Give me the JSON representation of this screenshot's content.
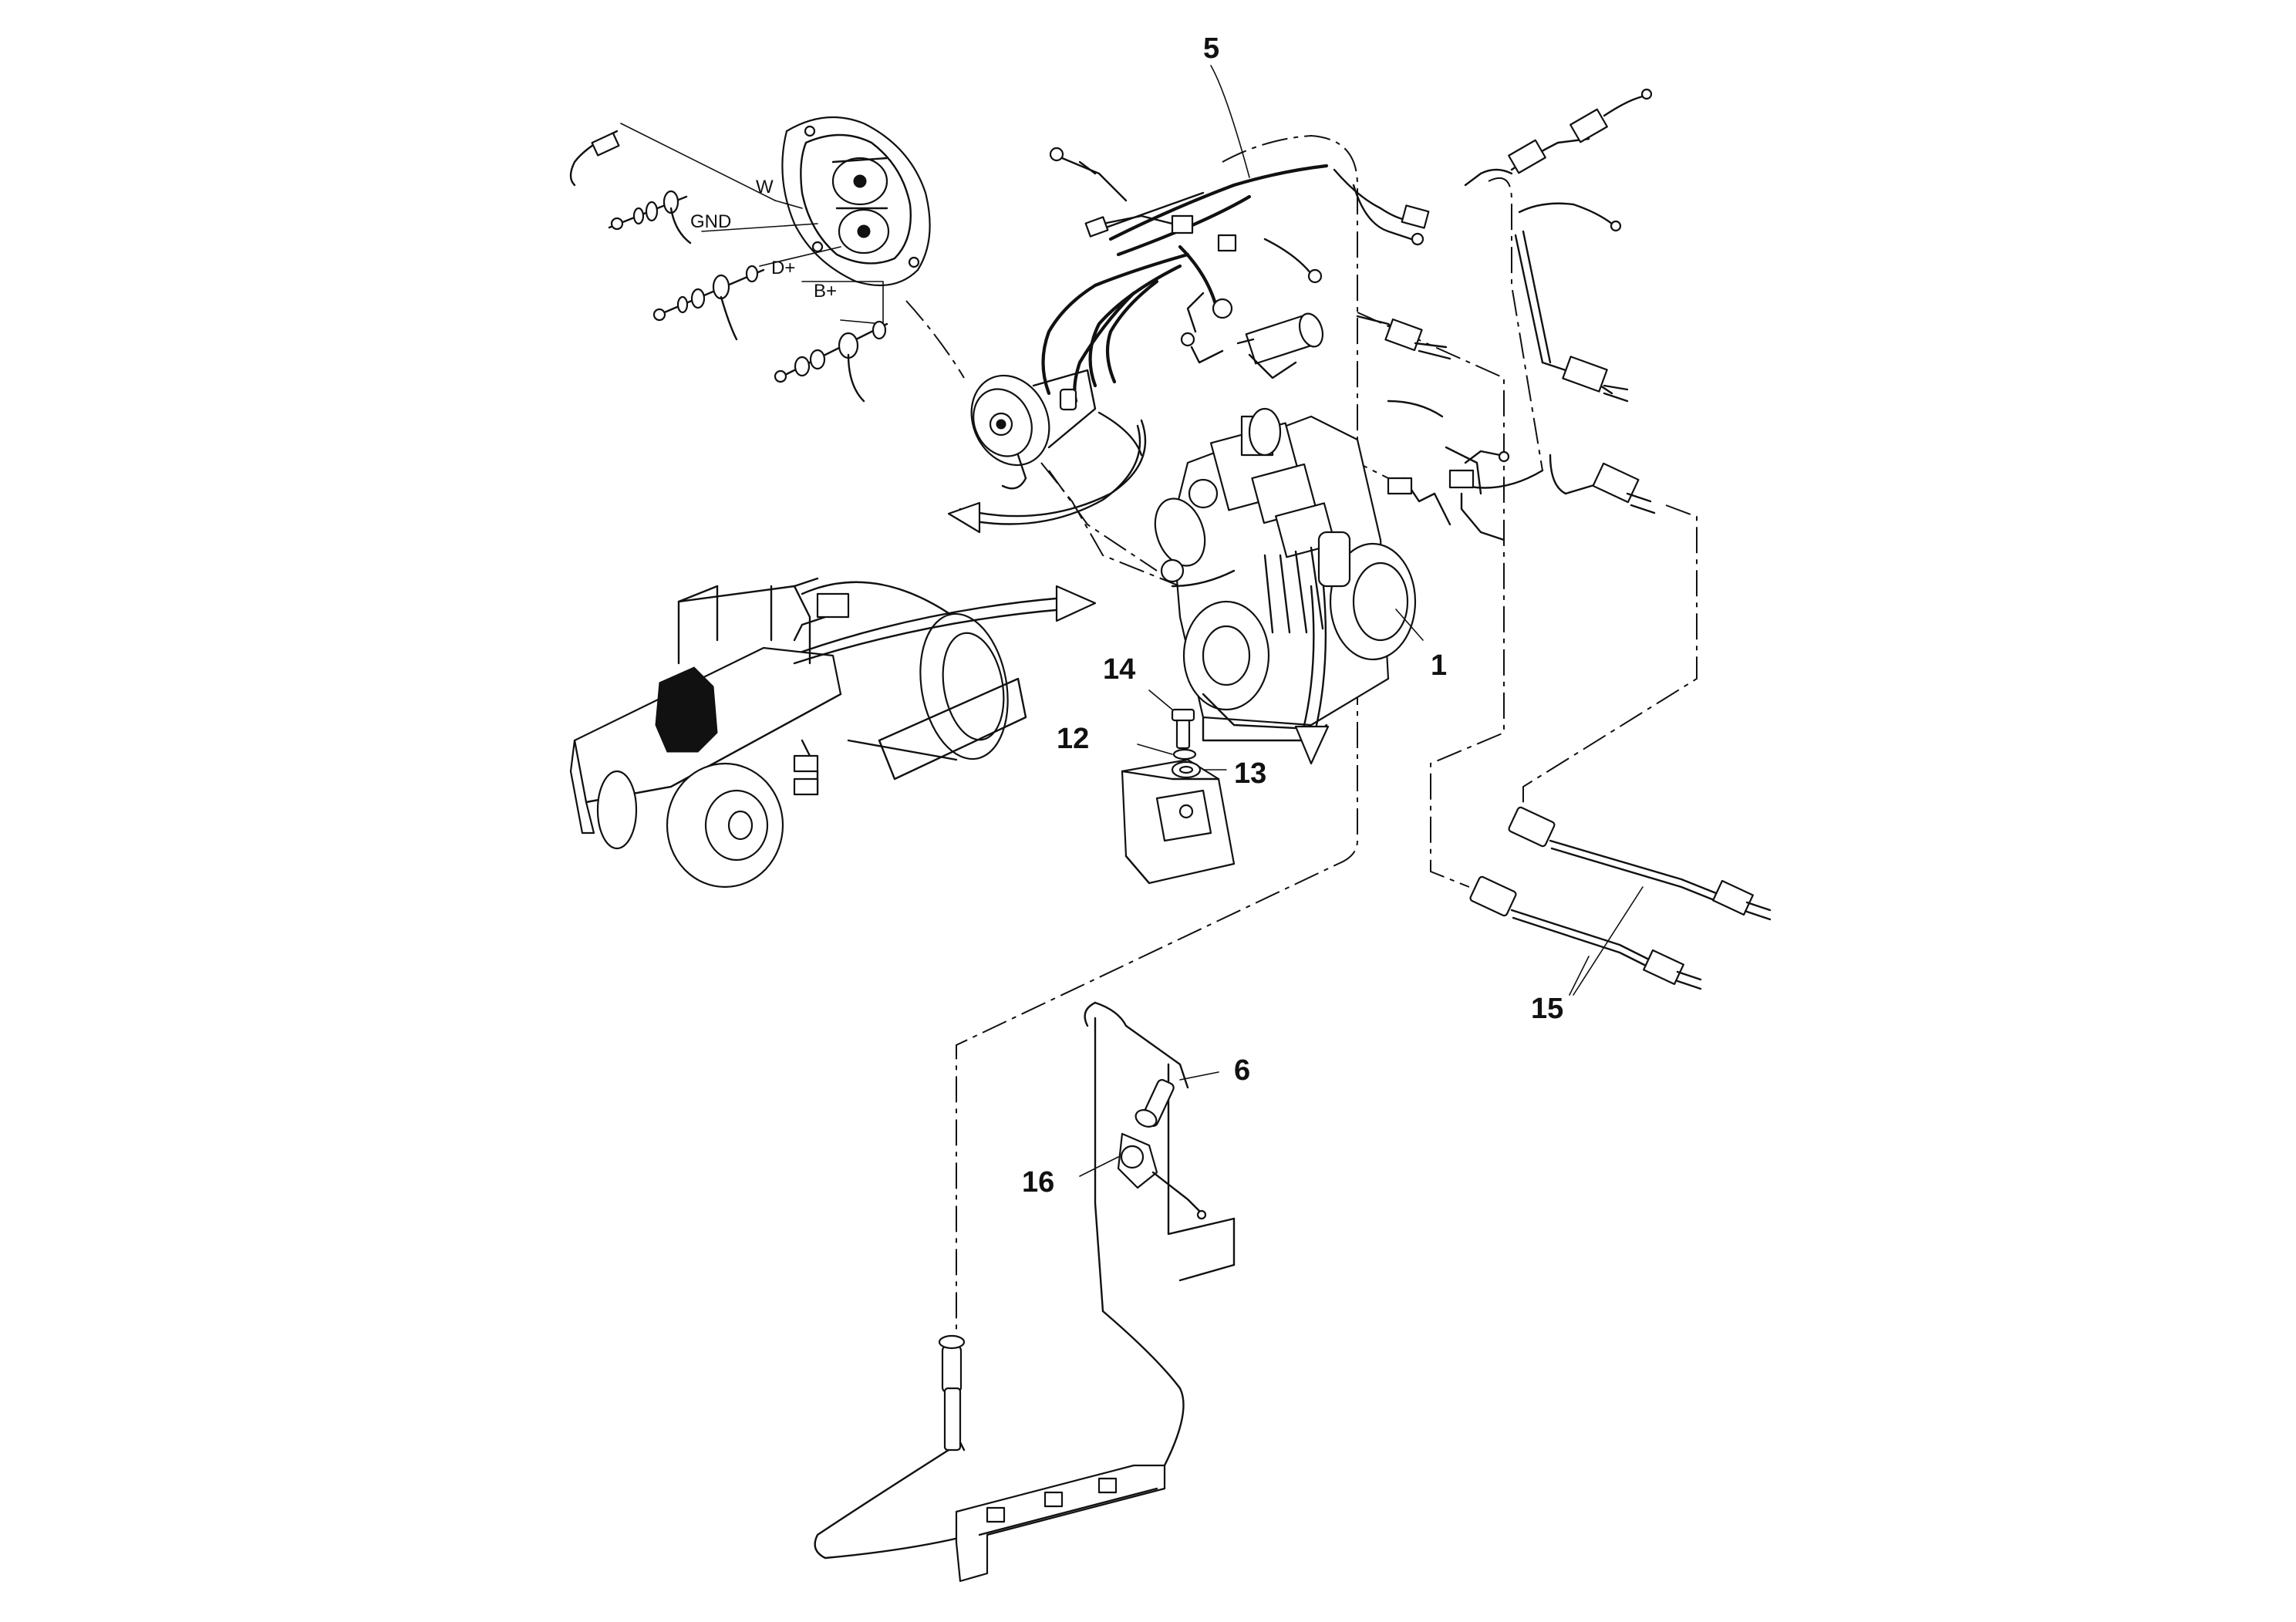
{
  "callouts": [
    {
      "id": "1",
      "label": "1"
    },
    {
      "id": "5",
      "label": "5"
    },
    {
      "id": "6",
      "label": "6"
    },
    {
      "id": "12",
      "label": "12"
    },
    {
      "id": "13",
      "label": "13"
    },
    {
      "id": "14",
      "label": "14"
    },
    {
      "id": "15",
      "label": "15"
    },
    {
      "id": "16",
      "label": "16"
    }
  ],
  "alternator_terminals": {
    "w": "W",
    "gnd": "GND",
    "d_plus": "D+",
    "b_plus": "B+"
  }
}
